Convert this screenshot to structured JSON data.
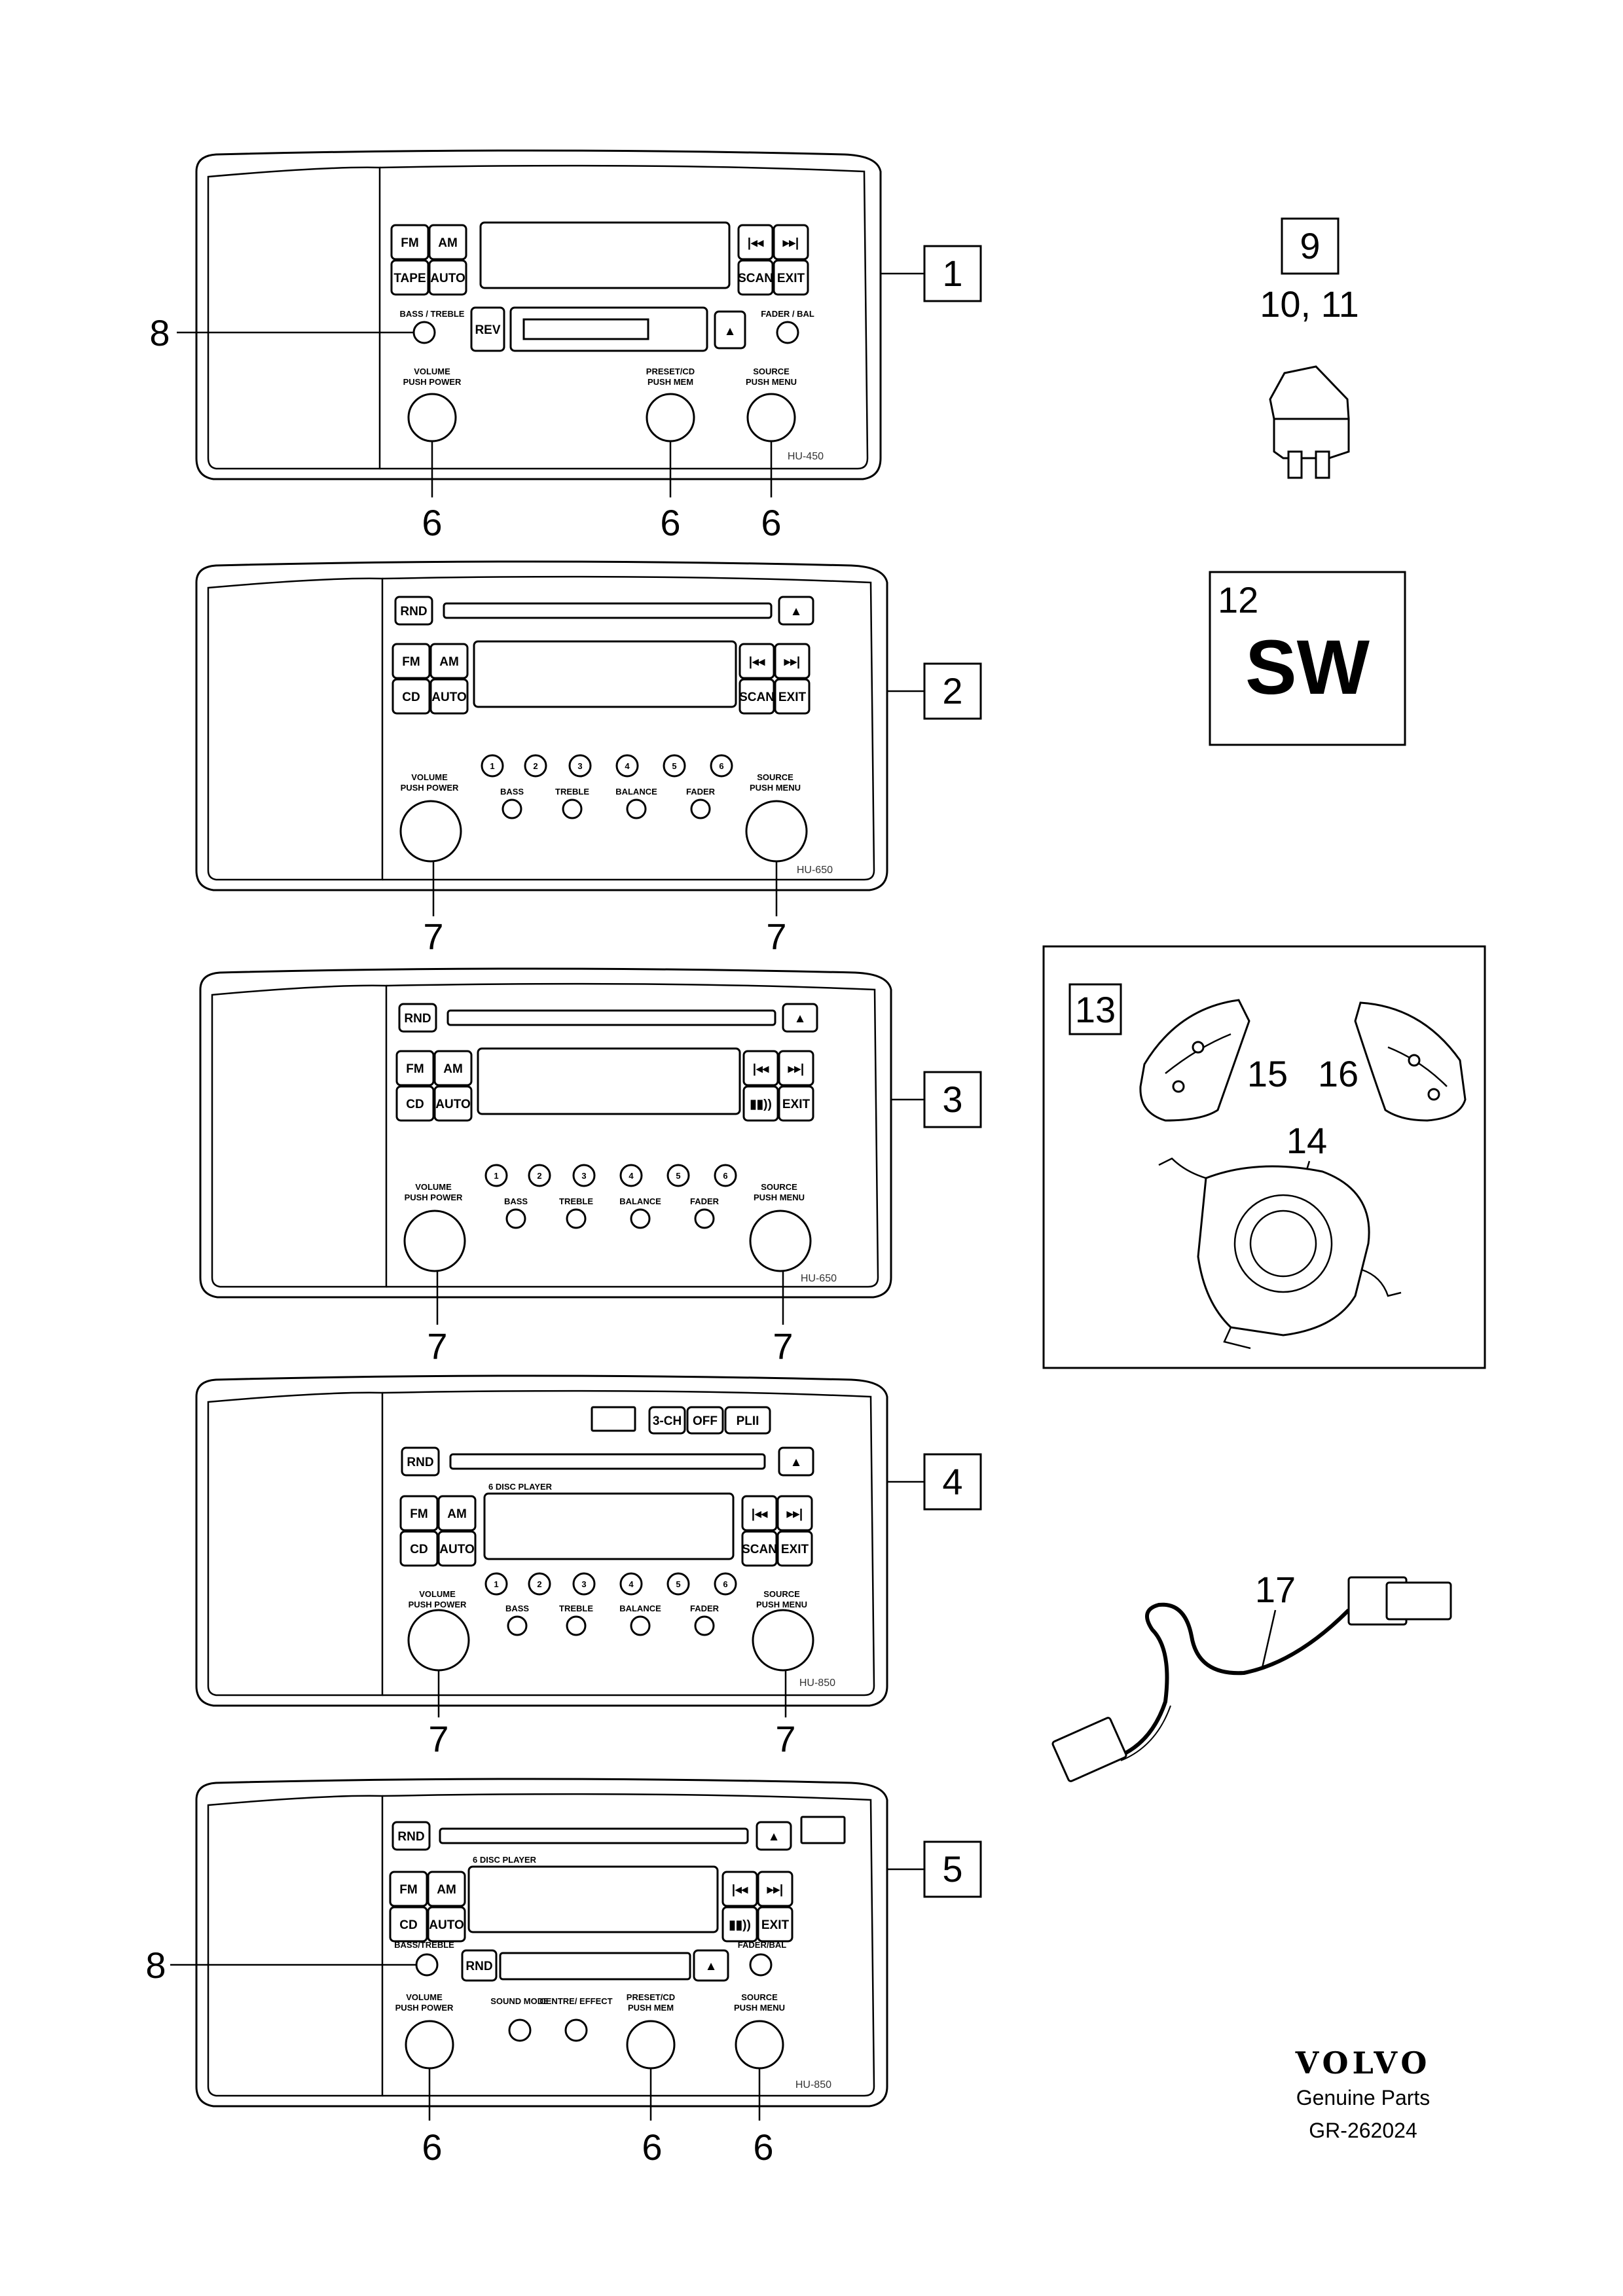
{
  "callouts": {
    "c1": "1",
    "c2": "2",
    "c3": "3",
    "c4": "4",
    "c5": "5",
    "c6": "6",
    "c7": "7",
    "c8": "8",
    "c9": "9",
    "c10_11": "10, 11",
    "c12": "12",
    "c13": "13",
    "c14": "14",
    "c15": "15",
    "c16": "16",
    "c17": "17"
  },
  "sw_label": "SW",
  "radio1": {
    "buttons": [
      "FM",
      "AM",
      "TAPE",
      "AUTO",
      "SCAN",
      "EXIT",
      "REV"
    ],
    "labels": {
      "bass": "BASS / TREBLE",
      "fader": "FADER / BAL",
      "volume": "VOLUME",
      "volume_sub": "PUSH POWER",
      "preset": "PRESET/CD",
      "preset_sub": "PUSH MEM",
      "source": "SOURCE",
      "source_sub": "PUSH MENU"
    },
    "model": "HU-450"
  },
  "radio2": {
    "buttons": [
      "RND",
      "FM",
      "AM",
      "CD",
      "AUTO",
      "SCAN",
      "EXIT"
    ],
    "presets": [
      "1",
      "2",
      "3",
      "4",
      "5",
      "6"
    ],
    "tone": [
      "BASS",
      "TREBLE",
      "BALANCE",
      "FADER"
    ],
    "labels": {
      "volume": "VOLUME",
      "volume_sub": "PUSH POWER",
      "source": "SOURCE",
      "source_sub": "PUSH MENU"
    },
    "model": "HU-650"
  },
  "radio3": {
    "buttons": [
      "RND",
      "FM",
      "AM",
      "CD",
      "AUTO",
      "EXIT"
    ],
    "presets": [
      "1",
      "2",
      "3",
      "4",
      "5",
      "6"
    ],
    "tone": [
      "BASS",
      "TREBLE",
      "BALANCE",
      "FADER"
    ],
    "labels": {
      "volume": "VOLUME",
      "volume_sub": "PUSH POWER",
      "source": "SOURCE",
      "source_sub": "PUSH MENU"
    },
    "model": "HU-650"
  },
  "radio4": {
    "buttons": [
      "RND",
      "FM",
      "AM",
      "CD",
      "AUTO",
      "SCAN",
      "EXIT",
      "3-CH",
      "OFF",
      "PLII"
    ],
    "disc_player": "6 DISC PLAYER",
    "presets": [
      "1",
      "2",
      "3",
      "4",
      "5",
      "6"
    ],
    "tone": [
      "BASS",
      "TREBLE",
      "BALANCE",
      "FADER"
    ],
    "labels": {
      "volume": "VOLUME",
      "volume_sub": "PUSH POWER",
      "source": "SOURCE",
      "source_sub": "PUSH MENU"
    },
    "model": "HU-850"
  },
  "radio5": {
    "buttons": [
      "RND",
      "FM",
      "AM",
      "CD",
      "AUTO",
      "EXIT",
      "RND"
    ],
    "disc_player": "6 DISC PLAYER",
    "labels": {
      "bass": "BASS/TREBLE",
      "fader": "FADER/BAL",
      "volume": "VOLUME",
      "volume_sub": "PUSH POWER",
      "sound": "SOUND MODE",
      "centre": "CENTRE/ EFFECT",
      "preset": "PRESET/CD",
      "preset_sub": "PUSH MEM",
      "source": "SOURCE",
      "source_sub": "PUSH MENU"
    },
    "model": "HU-850"
  },
  "footer": {
    "brand": "VOLVO",
    "tagline": "Genuine Parts",
    "ref": "GR-262024"
  }
}
